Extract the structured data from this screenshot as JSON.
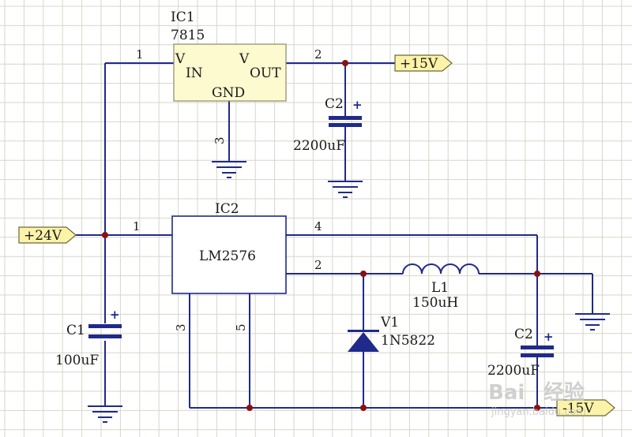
{
  "colors": {
    "background": "#ffffff",
    "grid": "#d9d6c6",
    "wire": "#1f2a8a",
    "junction": "#8b1010",
    "ic_fill": "#fdfad0",
    "port_fill": "#fdf3a8",
    "polarity": "#1a2a9a"
  },
  "ic1": {
    "ref": "IC1",
    "value": "7815",
    "vin_main": "V",
    "vin_sub": "IN",
    "vout_main": "V",
    "vout_sub": "OUT",
    "gnd": "GND",
    "pin_in": "1",
    "pin_out": "2",
    "pin_gnd": "3"
  },
  "ic2": {
    "ref": "IC2",
    "value": "LM2576",
    "pin_in": "1",
    "pin_fb": "4",
    "pin_out": "2",
    "pin_3": "3",
    "pin_5": "5"
  },
  "c2_top": {
    "ref": "C2",
    "value": "2200uF",
    "polarity": "+"
  },
  "c1": {
    "ref": "C1",
    "value": "100uF",
    "polarity": "+"
  },
  "c2_bottom": {
    "ref": "C2",
    "value": "2200uF",
    "polarity": "+"
  },
  "l1": {
    "ref": "L1",
    "value": "150uH"
  },
  "v1": {
    "ref": "V1",
    "value": "1N5822"
  },
  "ports": {
    "out_pos": "+15V",
    "in": "+24V",
    "out_neg": "-15V"
  },
  "watermark": {
    "brand": "Bai",
    "brand2": "经验",
    "url": "jingyan.baidu.com"
  }
}
